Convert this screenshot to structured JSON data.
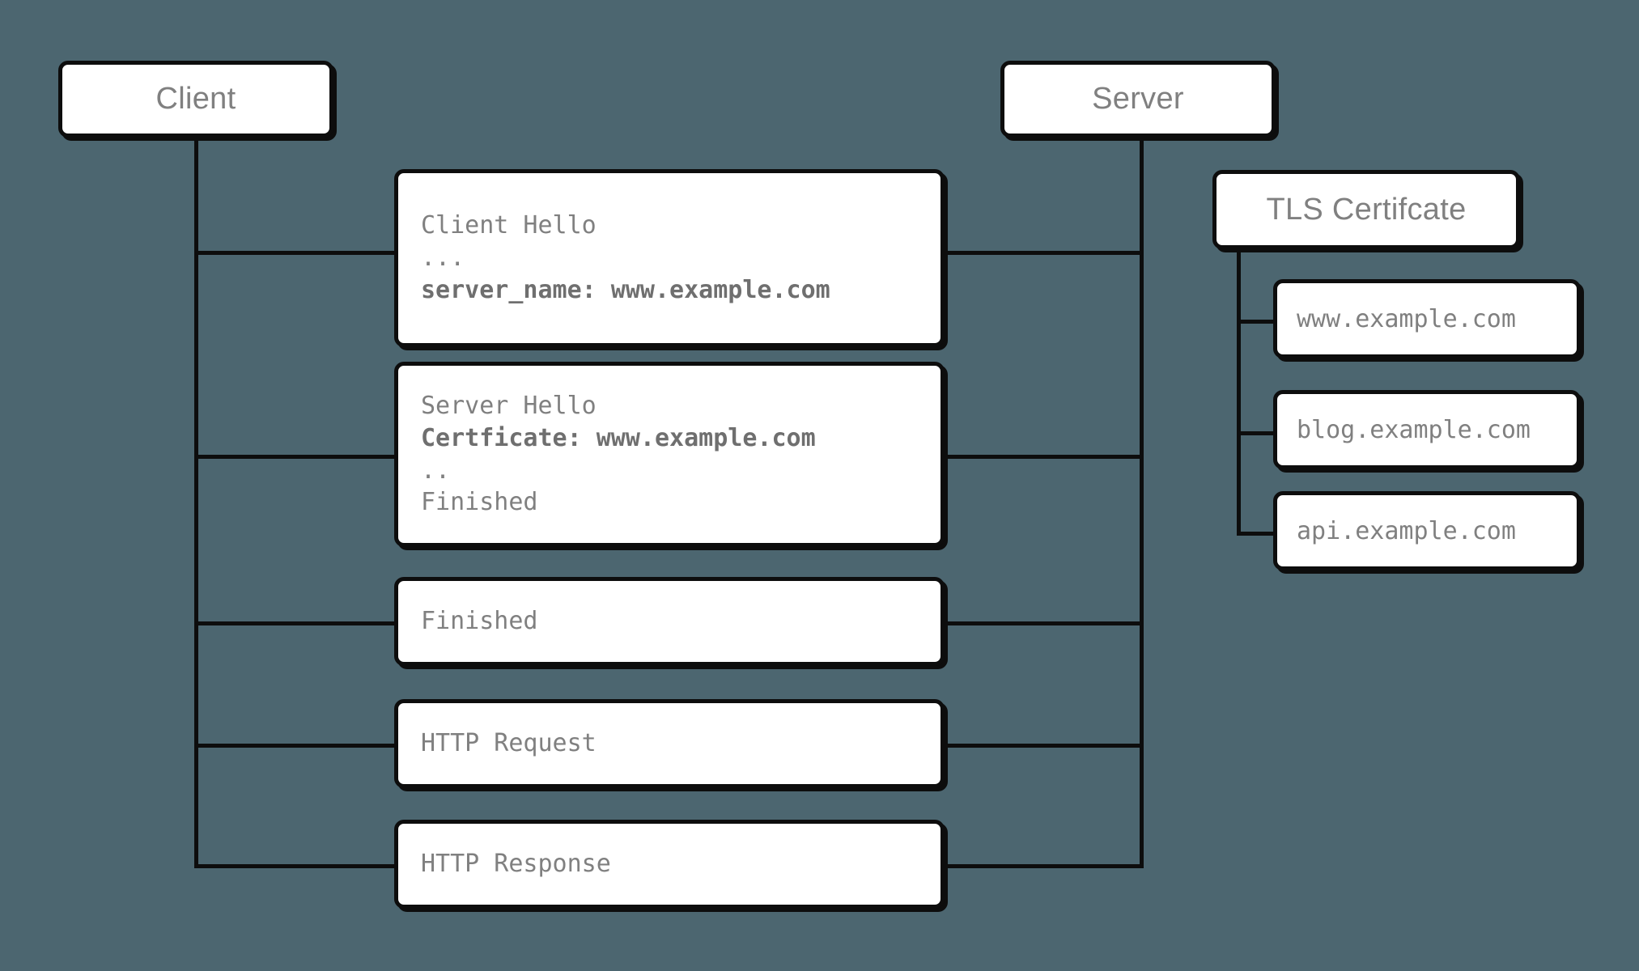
{
  "diagram": {
    "title_bg_color": "#4c6670",
    "node_fill_color": "#ffffff",
    "node_border_color": "#0d0d0d",
    "text_color": "#808080",
    "actors": {
      "client": "Client",
      "server": "Server"
    },
    "certificate": {
      "title": "TLS Certifcate",
      "sans": [
        "www.example.com",
        "blog.example.com",
        "api.example.com"
      ]
    },
    "messages": [
      {
        "id": "client-hello",
        "lines": [
          {
            "text": "Client Hello",
            "bold": false
          },
          {
            "text": "...",
            "bold": false
          },
          {
            "text": "server_name: www.example.com",
            "bold": true
          }
        ]
      },
      {
        "id": "server-hello",
        "lines": [
          {
            "text": "Server Hello",
            "bold": false
          },
          {
            "text": "Certficate: www.example.com",
            "bold": true
          },
          {
            "text": "..",
            "bold": false
          },
          {
            "text": "Finished",
            "bold": false
          }
        ]
      },
      {
        "id": "finished",
        "lines": [
          {
            "text": "Finished",
            "bold": false
          }
        ]
      },
      {
        "id": "http-request",
        "lines": [
          {
            "text": "HTTP Request",
            "bold": false
          }
        ]
      },
      {
        "id": "http-response",
        "lines": [
          {
            "text": "HTTP Response",
            "bold": false
          }
        ]
      }
    ]
  }
}
